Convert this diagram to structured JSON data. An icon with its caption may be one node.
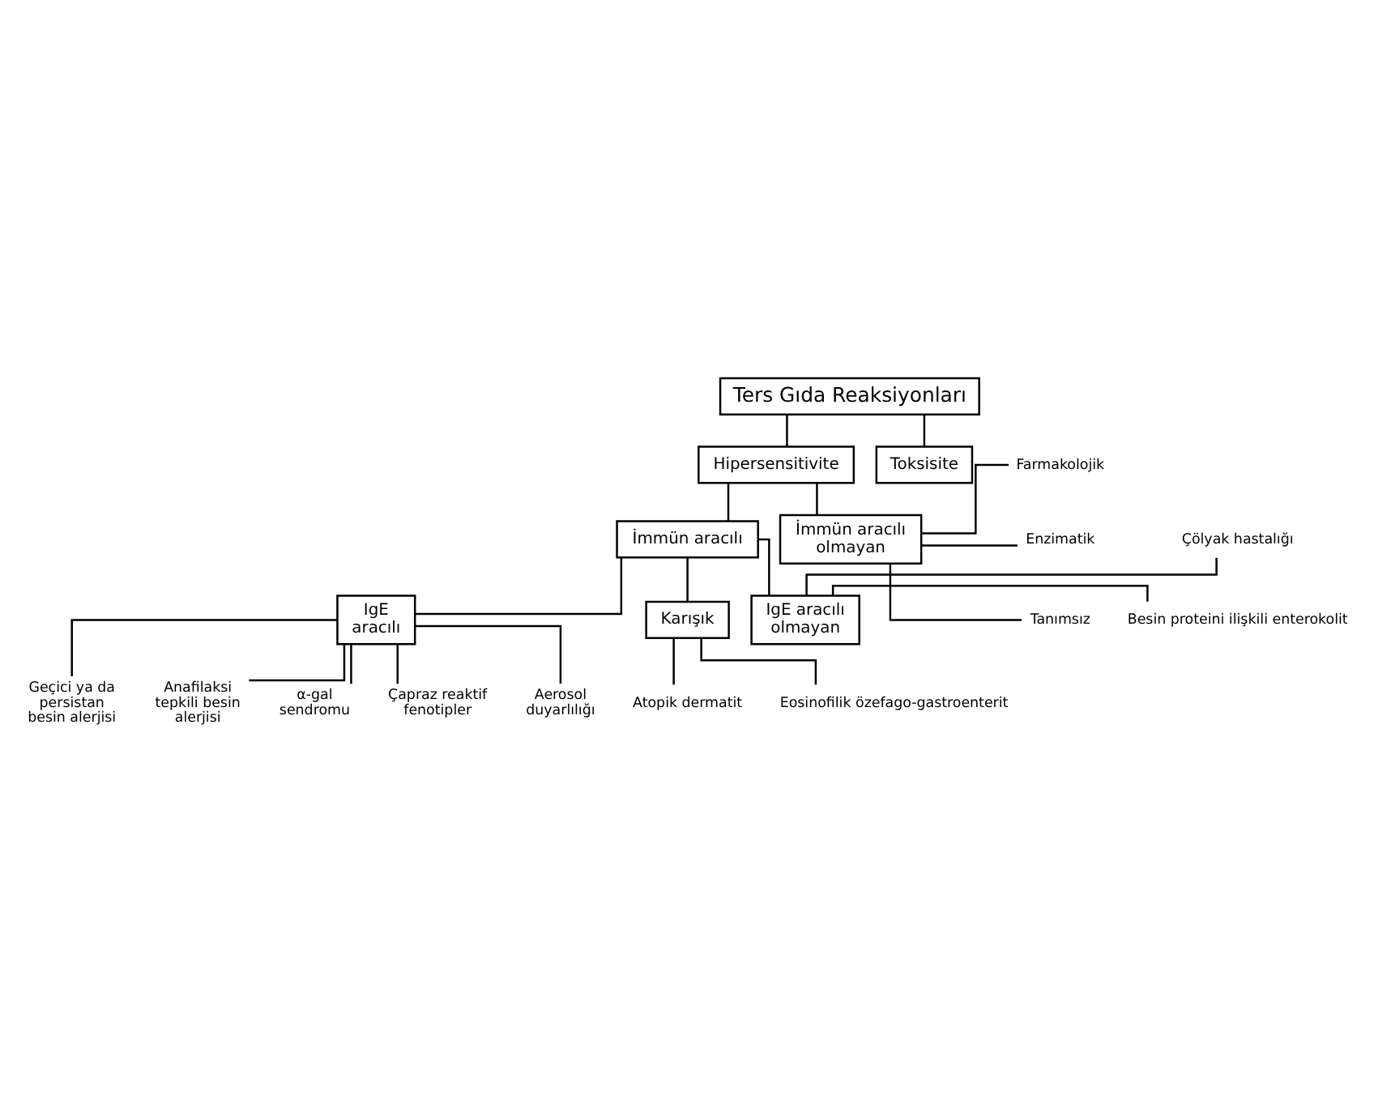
{
  "diagram": {
    "nodes": [
      {
        "text": [
          "Ters Gıda Reaksiyonları"
        ]
      },
      {
        "text": [
          "Hipersensitivite"
        ]
      },
      {
        "text": [
          "Toksisite"
        ]
      },
      {
        "text": [
          "İmmün aracılı"
        ]
      },
      {
        "text": [
          "İmmün aracılı olmayan"
        ]
      },
      {
        "text": [
          "Farmakolojik"
        ]
      },
      {
        "text": [
          "Enzimatik"
        ]
      },
      {
        "text": [
          "Tanımsız"
        ]
      },
      {
        "text": [
          "IgE aracılı"
        ]
      },
      {
        "text": [
          "Karışık"
        ]
      },
      {
        "text": [
          "IgE aracılı olmayan"
        ]
      },
      {
        "text": [
          "Çölyak hastalığı"
        ]
      },
      {
        "text": [
          "Besin proteini ilişkili enterokolit"
        ]
      },
      {
        "text": [
          "Atopik dermatit"
        ]
      },
      {
        "text": [
          "Eosinofilik özefago-gastroenterit"
        ]
      },
      {
        "text": [
          "Geçici ya da persistan besin alerjisi"
        ]
      },
      {
        "text": [
          "Anafilaksi tepkili besin alerjisi"
        ]
      },
      {
        "text": [
          "α-gal sendromu"
        ]
      },
      {
        "text": [
          "Çapraz reaktif fenotipler"
        ]
      },
      {
        "text": [
          "Aerosol duyarlılığı"
        ]
      }
    ],
    "edges": [
      {
        "from": 0,
        "to": 1,
        "arrow": "none"
      },
      {
        "from": 0,
        "to": 2,
        "arrow": "none"
      },
      {
        "from": 1,
        "to": 3,
        "arrow": "none"
      },
      {
        "from": 1,
        "to": 4,
        "arrow": "none"
      },
      {
        "from": 4,
        "to": 5,
        "arrow": "none"
      },
      {
        "from": 4,
        "to": 6,
        "arrow": "none"
      },
      {
        "from": 4,
        "to": 7,
        "arrow": "none"
      },
      {
        "from": 3,
        "to": 8,
        "arrow": "none"
      },
      {
        "from": 3,
        "to": 9,
        "arrow": "none"
      },
      {
        "from": 3,
        "to": 10,
        "arrow": "none"
      },
      {
        "from": 10,
        "to": 11,
        "arrow": "none"
      },
      {
        "from": 10,
        "to": 12,
        "arrow": "none"
      },
      {
        "from": 9,
        "to": 13,
        "arrow": "none"
      },
      {
        "from": 9,
        "to": 14,
        "arrow": "none"
      },
      {
        "from": 8,
        "to": 15,
        "arrow": "none"
      },
      {
        "from": 8,
        "to": 16,
        "arrow": "none"
      },
      {
        "from": 8,
        "to": 17,
        "arrow": "none"
      },
      {
        "from": 8,
        "to": 18,
        "arrow": "none"
      },
      {
        "from": 8,
        "to": 19,
        "arrow": "none"
      }
    ]
  }
}
